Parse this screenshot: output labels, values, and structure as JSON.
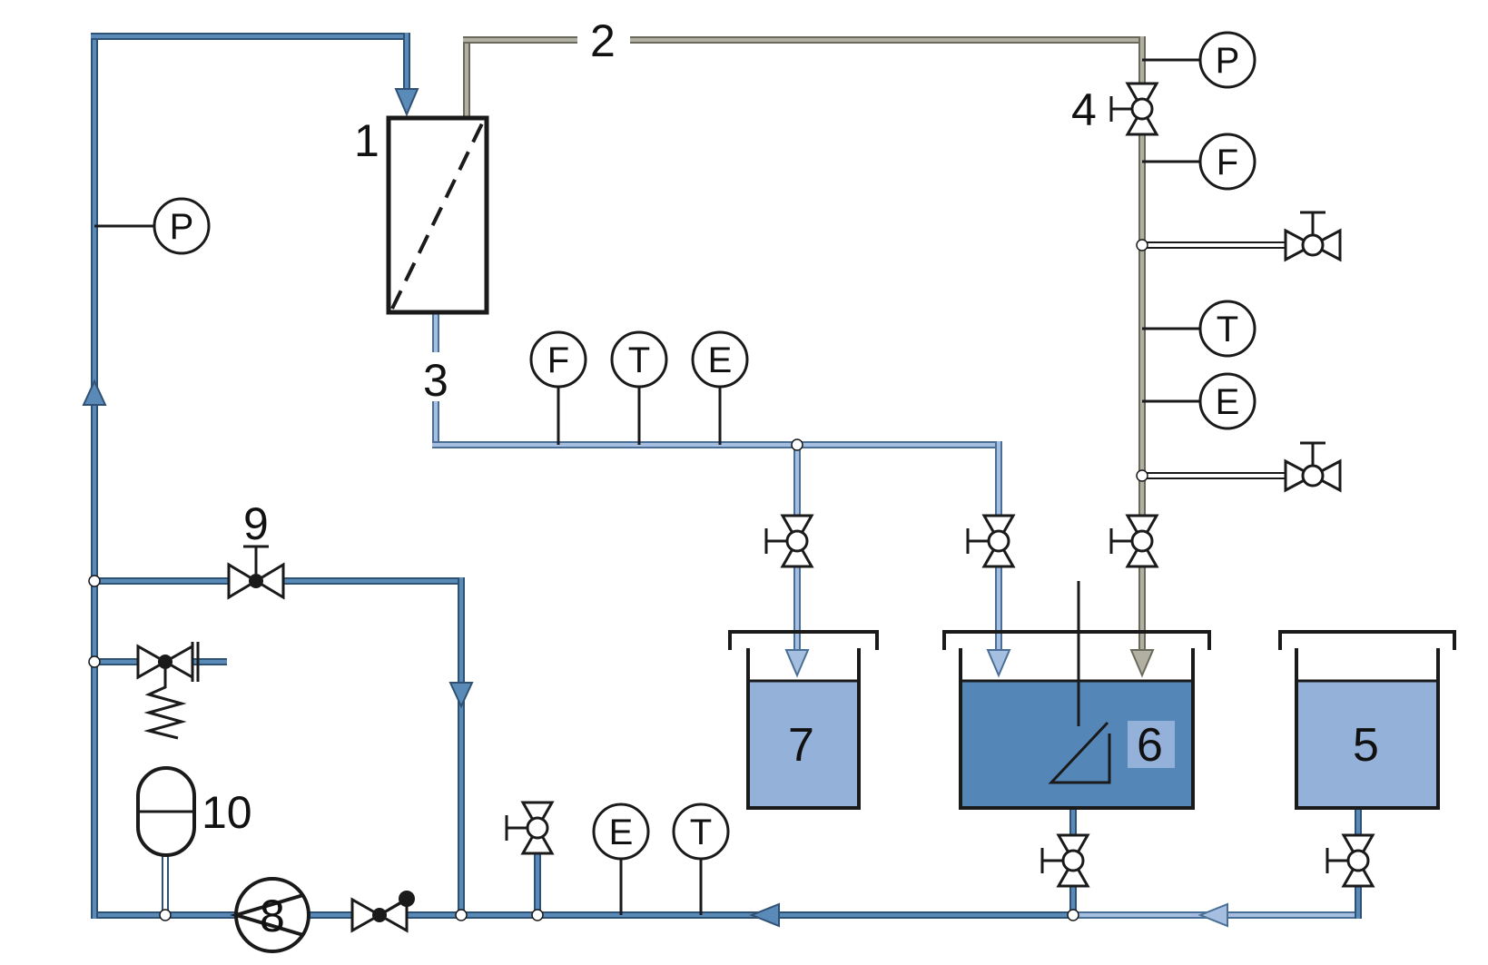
{
  "colors": {
    "pipe_dark_outline": "#2f5274",
    "pipe_dark_fill": "#5a8ab8",
    "pipe_light_outline": "#4a6f96",
    "pipe_light_fill": "#a6bfe0",
    "permeate_outline": "#6a6a5c",
    "permeate_fill": "#b2b0a2",
    "tank_light": "#94b1d9",
    "tank_dark": "#5486b8",
    "tank6_label_bg": "#94b1d9",
    "stroke": "#1a1a1a"
  },
  "labels": {
    "membrane_module": "1",
    "permeate_line": "2",
    "retentate_line": "3",
    "valve_4": "4",
    "tank_5": "5",
    "tank_6": "6",
    "tank_7": "7",
    "pump": "8",
    "valve_9": "9",
    "accumulator": "10"
  },
  "instruments": {
    "p_feed": "P",
    "p_permeate": "P",
    "f_permeate": "F",
    "t_permeate": "T",
    "e_permeate": "E",
    "f_retentate": "F",
    "t_retentate": "T",
    "e_retentate": "E",
    "e_return": "E",
    "t_return": "T"
  }
}
